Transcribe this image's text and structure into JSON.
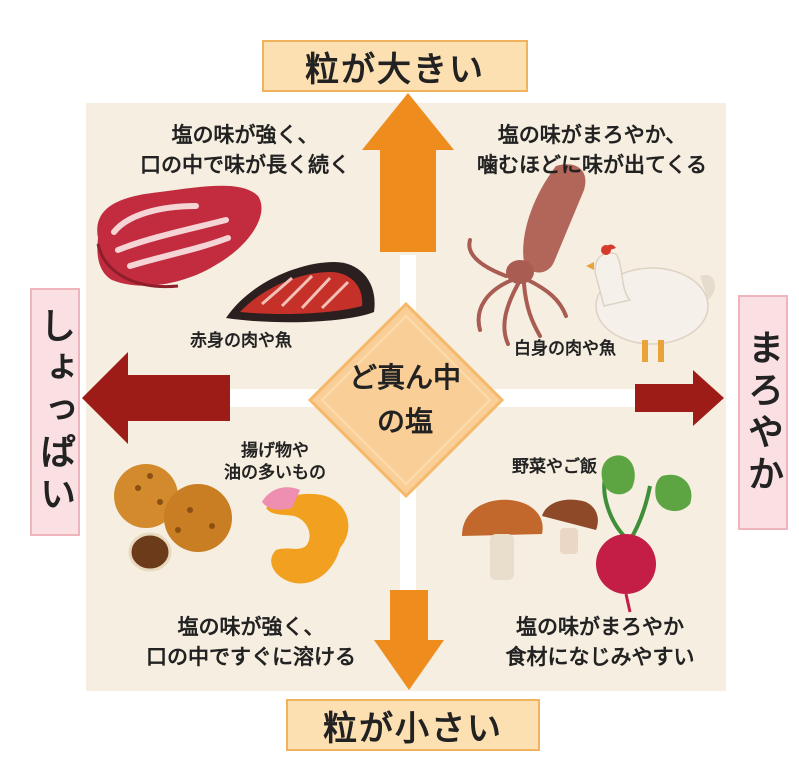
{
  "axes": {
    "top": "粒が大きい",
    "bottom": "粒が小さい",
    "left": "しょっぱい",
    "right": "まろやか"
  },
  "center": {
    "line1": "ど真ん中",
    "line2": "の塩"
  },
  "quadrants": {
    "top_left": {
      "line1": "塩の味が強く、",
      "line2": "口の中で味が長く続く",
      "food": "赤身の肉や魚"
    },
    "top_right": {
      "line1": "塩の味がまろやか、",
      "line2": "噛むほどに味が出てくる",
      "food": "白身の肉や魚"
    },
    "bottom_left": {
      "line1": "塩の味が強く、",
      "line2": "口の中ですぐに溶ける",
      "food_line1": "揚げ物や",
      "food_line2": "油の多いもの"
    },
    "bottom_right": {
      "line1": "塩の味がまろやか",
      "line2": "食材になじみやすい",
      "food": "野菜やご飯"
    }
  },
  "colors": {
    "orange_arrow": "#ee8c1e",
    "red_arrow": "#9e1c18",
    "panel_bg": "#f6eee0",
    "center_diamond": "#f9cf97"
  }
}
